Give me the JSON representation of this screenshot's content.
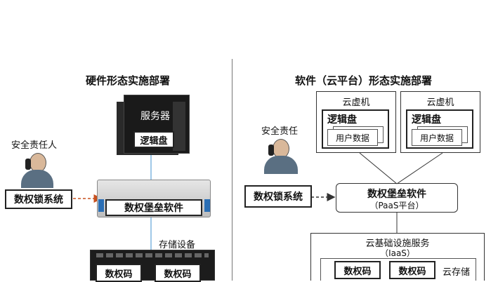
{
  "left": {
    "title": "硬件形态实施部署",
    "person_label": "安全责任人",
    "lock_system": "数权锁系统",
    "server_label": "服务器",
    "logical_disk": "逻辑盘",
    "bastion": "数权堡垒软件",
    "storage_label": "存储设备",
    "code1": "数权码",
    "code2": "数权码"
  },
  "right": {
    "title": "软件（云平台）形态实施部署",
    "person_label": "安全责任",
    "lock_system": "数权锁系统",
    "vm1": {
      "title": "云虚机",
      "disk": "逻辑盘",
      "data": "用户数据"
    },
    "vm2": {
      "title": "云虚机",
      "disk": "逻辑盘",
      "data": "用户数据"
    },
    "bastion": "数权堡垒软件",
    "paas": "（PaaS平台）",
    "iaas_title": "云基础设施服务",
    "iaas_sub": "（IaaS）",
    "code1": "数权码",
    "code2": "数权码",
    "cloud_storage": "云存储"
  },
  "colors": {
    "arrow_dashed": "#c8501e",
    "line": "#333333",
    "link_blue": "#7fb6e0"
  }
}
